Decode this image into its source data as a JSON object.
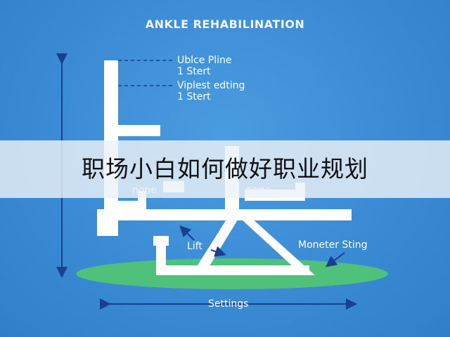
{
  "title": "ANKLE REHABILINATION",
  "callouts": {
    "line1a": "Ublce Pline",
    "line1b": "1 Stert",
    "line2a": "Viplest edting",
    "line2b": "1 Stert",
    "left_none": "none",
    "right_none": "none",
    "lift": "Lift",
    "moneter": "Moneter Sting",
    "settings": "Settings"
  },
  "banner": {
    "text": "职场小白如何做好职业规划"
  },
  "colors": {
    "background": "#3a8bd4",
    "frame": "#ffffff",
    "base": "#4fc17a",
    "arrows": "#1b3f8f",
    "banner": "#ecf2f8"
  }
}
